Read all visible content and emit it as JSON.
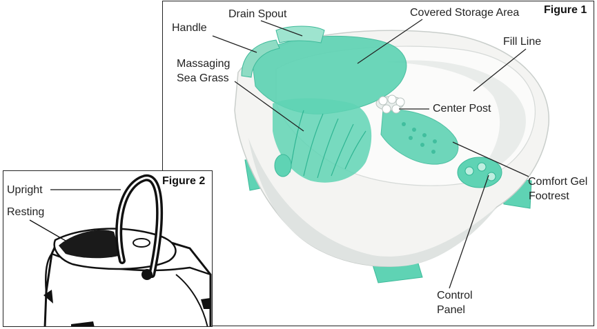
{
  "figure1": {
    "title": "Figure 1",
    "labels": {
      "handle": "Handle",
      "drain_spout": "Drain Spout",
      "covered_storage": "Covered Storage Area",
      "fill_line": "Fill Line",
      "sea_grass_1": "Massaging",
      "sea_grass_2": "Sea Grass",
      "center_post": "Center Post",
      "footrest_1": "Comfort Gel",
      "footrest_2": "Footrest",
      "control_panel_1": "Control",
      "control_panel_2": "Panel"
    }
  },
  "figure2": {
    "title": "Figure 2",
    "labels": {
      "upright": "Upright",
      "resting": "Resting"
    }
  },
  "colors": {
    "mint": "#5fd3b4",
    "mint_dark": "#2fb593",
    "mint_light": "#bfeee0",
    "shell": "#f4f4f2",
    "shell_shadow": "#d9dcda",
    "line": "#222222"
  }
}
